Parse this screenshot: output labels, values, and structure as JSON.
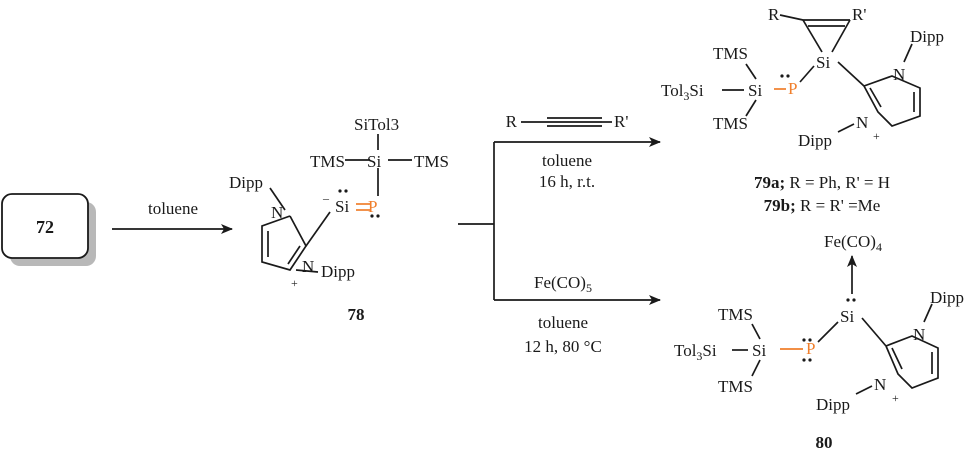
{
  "compounds": {
    "start": "72",
    "c78": "78",
    "c79_lines": [
      "79a; R = Ph, R' = H",
      "79b; R = R' =Me"
    ],
    "c80": "80"
  },
  "arrows": {
    "first": {
      "reagent": "toluene"
    },
    "upper": {
      "above": "R",
      "above_r": "R'",
      "below1": "toluene",
      "below2": "16 h, r.t."
    },
    "lower": {
      "above": "Fe(CO)5",
      "below1": "toluene",
      "below2": "12 h, 80 °C"
    }
  },
  "atoms": {
    "dipp": "Dipp",
    "n": "N",
    "si": "Si",
    "p": "P",
    "tms": "TMS",
    "sitol3": "SiTol3",
    "tol3si": "Tol3Si",
    "r": "R",
    "r_prime": "R'",
    "fe_co4": "Fe(CO)4",
    "plus": "+",
    "minus": "–"
  },
  "colors": {
    "phosphorus": "#f07f2c",
    "bonds": "#1a1a1a",
    "box_shadow": "#b8b8b8"
  }
}
